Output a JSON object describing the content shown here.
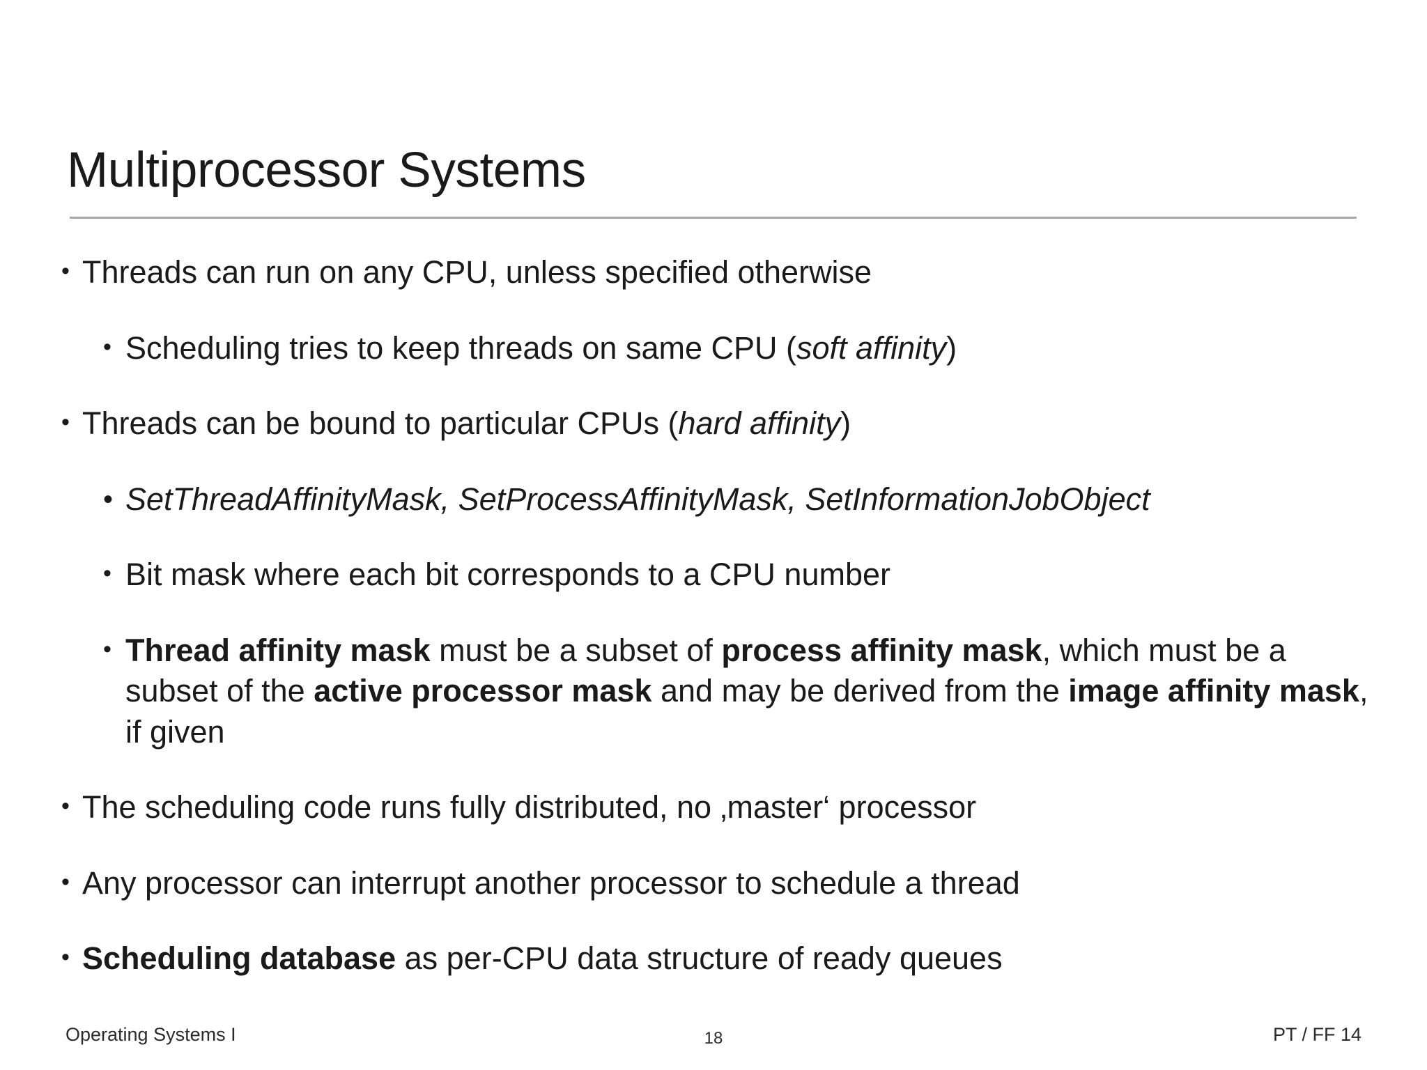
{
  "slide": {
    "title": "Multiprocessor Systems",
    "divider_color": "#a8a8a8",
    "text_color": "#1a1a1a",
    "background": "#ffffff",
    "bullet_marker": "•"
  },
  "bullets": [
    {
      "level": 1,
      "marker": "•",
      "plain": "Threads can run on any CPU, unless specified otherwise",
      "runs": [
        {
          "t": "Threads can run on any CPU, unless specified otherwise",
          "s": "normal"
        }
      ]
    },
    {
      "level": 2,
      "marker": "•",
      "plain": "Scheduling tries to keep threads on same CPU (soft affinity)",
      "runs": [
        {
          "t": "Scheduling tries to keep threads on same CPU (",
          "s": "normal"
        },
        {
          "t": "soft affinity",
          "s": "italic"
        },
        {
          "t": ")",
          "s": "normal"
        }
      ]
    },
    {
      "level": 1,
      "marker": "•",
      "plain": "Threads can be bound to particular CPUs (hard affinity)",
      "runs": [
        {
          "t": "Threads can be bound to particular CPUs (",
          "s": "normal"
        },
        {
          "t": "hard affinity",
          "s": "italic"
        },
        {
          "t": ")",
          "s": "normal"
        }
      ]
    },
    {
      "level": 2,
      "marker": "•",
      "api": true,
      "plain": "SetThreadAffinityMask, SetProcessAffinityMask, SetInformationJobObject",
      "runs": [
        {
          "t": "SetThreadAffinityMask, SetProcessAffinityMask, SetInformationJobObject",
          "s": "italic"
        }
      ]
    },
    {
      "level": 2,
      "marker": "•",
      "plain": "Bit mask where each bit corresponds to a CPU number",
      "runs": [
        {
          "t": "Bit mask where each bit corresponds to a CPU number",
          "s": "normal"
        }
      ]
    },
    {
      "level": 2,
      "marker": "•",
      "plain": "Thread affinity mask must be a subset of process affinity mask, which must be a subset of the active processor mask and may be derived from the image affinity mask, if given",
      "runs": [
        {
          "t": "Thread affinity mask",
          "s": "bold"
        },
        {
          "t": " must be a subset of ",
          "s": "normal"
        },
        {
          "t": "process affinity mask",
          "s": "bold"
        },
        {
          "t": ", which must be a subset of the ",
          "s": "normal"
        },
        {
          "t": "active processor mask",
          "s": "bold"
        },
        {
          "t": " and may be derived from the ",
          "s": "normal"
        },
        {
          "t": "image affinity mask",
          "s": "bold"
        },
        {
          "t": ", if given",
          "s": "normal"
        }
      ]
    },
    {
      "level": 1,
      "marker": "•",
      "plain": "The scheduling code runs fully distributed, no ‚master‘ processor",
      "runs": [
        {
          "t": "The scheduling code runs fully distributed, no ‚master‘ processor",
          "s": "normal"
        }
      ]
    },
    {
      "level": 1,
      "marker": "•",
      "plain": "Any processor can interrupt another processor to schedule a thread",
      "runs": [
        {
          "t": "Any processor can interrupt another processor to schedule a thread",
          "s": "normal"
        }
      ]
    },
    {
      "level": 1,
      "marker": "•",
      "plain": "Scheduling database as per-CPU data structure of ready queues",
      "runs": [
        {
          "t": "Scheduling database",
          "s": "bold"
        },
        {
          "t": " as per-CPU data structure of ready queues",
          "s": "normal"
        }
      ]
    }
  ],
  "footer": {
    "course": "Operating Systems I",
    "page_number": "18",
    "reference": "PT / FF 14"
  }
}
